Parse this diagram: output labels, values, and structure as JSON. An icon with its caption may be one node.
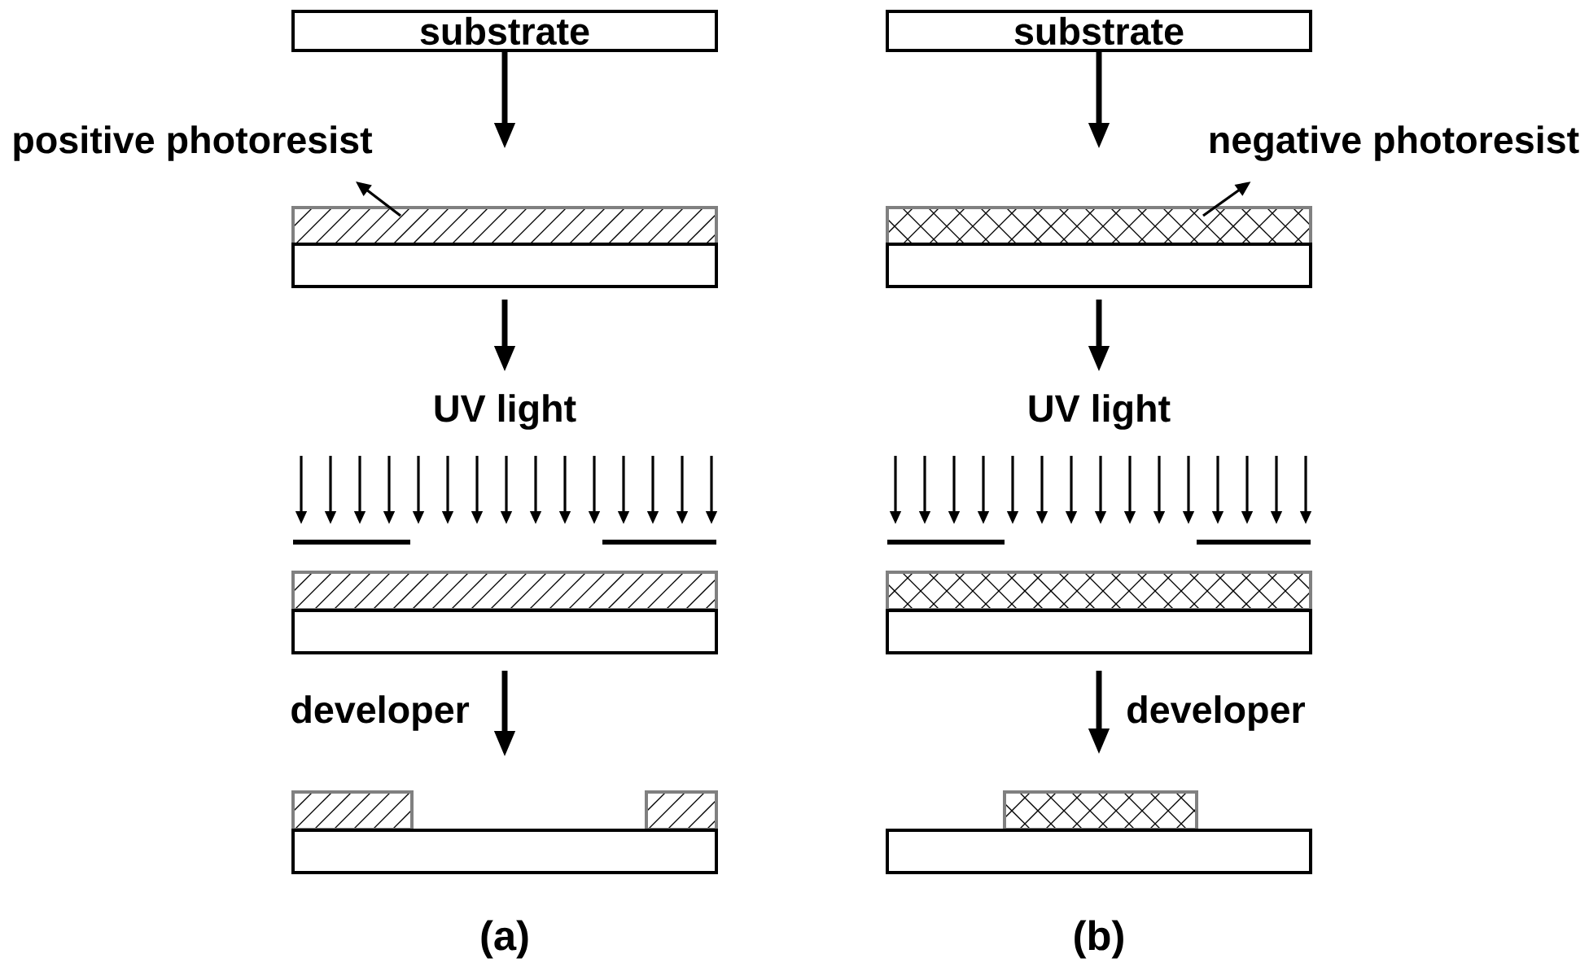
{
  "diagram": {
    "nodes": [
      {
        "text": [
          "substrate"
        ]
      },
      {
        "text": [
          "positive photoresist"
        ]
      },
      {
        "text": [],
        "shape": "bar"
      },
      {
        "text": [],
        "shape": "bar"
      },
      {
        "text": [
          "UV light"
        ]
      },
      {
        "text": [],
        "shape": "bar"
      },
      {
        "text": [],
        "shape": "bar"
      },
      {
        "text": [],
        "shape": "bar"
      },
      {
        "text": [],
        "shape": "bar"
      },
      {
        "text": [],
        "shape": "bar"
      },
      {
        "text": [],
        "shape": "bar"
      },
      {
        "text": [],
        "shape": "bar"
      },
      {
        "text": [
          "substrate"
        ]
      },
      {
        "text": [
          "negative photoresist"
        ]
      },
      {
        "text": [],
        "shape": "bar"
      },
      {
        "text": [],
        "shape": "bar"
      },
      {
        "text": [
          "UV light"
        ]
      },
      {
        "text": [],
        "shape": "bar"
      },
      {
        "text": [],
        "shape": "bar"
      },
      {
        "text": [],
        "shape": "bar"
      },
      {
        "text": [],
        "shape": "bar"
      },
      {
        "text": [],
        "shape": "bar"
      },
      {
        "text": [],
        "shape": "bar"
      }
    ],
    "edges": [
      {
        "from": 0,
        "to": 2,
        "arrow": "to"
      },
      {
        "from": 2,
        "to": 1,
        "arrow": "to"
      },
      {
        "from": 3,
        "to": 4,
        "arrow": "to"
      },
      {
        "from": 8,
        "to": null,
        "arrow": "to",
        "label": "developer"
      },
      {
        "from": 12,
        "to": 14,
        "arrow": "to"
      },
      {
        "from": 14,
        "to": 13,
        "arrow": "to"
      },
      {
        "from": 15,
        "to": 16,
        "arrow": "to"
      },
      {
        "from": 20,
        "to": 21,
        "arrow": "to",
        "label": "developer"
      }
    ],
    "labels": [
      "(a)",
      "(b)"
    ]
  }
}
